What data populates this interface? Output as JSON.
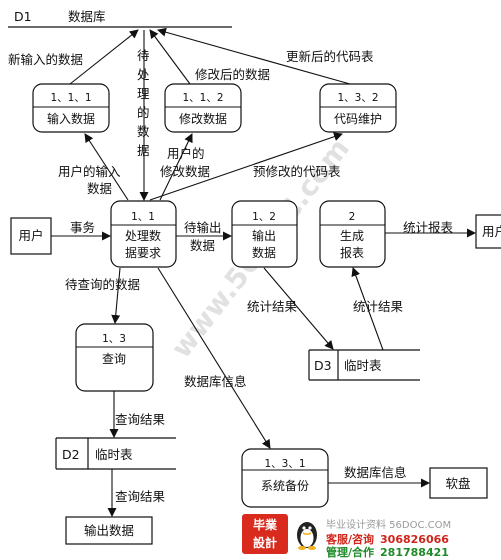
{
  "stores": {
    "d1": {
      "id": "D1",
      "name": "数据库"
    },
    "d2": {
      "id": "D2",
      "name": "临时表"
    },
    "d3": {
      "id": "D3",
      "name": "临时表"
    }
  },
  "processes": {
    "p111": {
      "num": "1、1、1",
      "name": "输入数据"
    },
    "p112": {
      "num": "1、1、2",
      "name": "修改数据"
    },
    "p132": {
      "num": "1、3、2",
      "name": "代码维护"
    },
    "p11": {
      "num": "1、1",
      "name1": "处理数",
      "name2": "据要求"
    },
    "p12": {
      "num": "1、2",
      "name1": "输出",
      "name2": "数据"
    },
    "p2": {
      "num": "2",
      "name1": "生成",
      "name2": "报表"
    },
    "p13": {
      "num": "1、3",
      "name": "查询"
    },
    "p131": {
      "num": "1、3、1",
      "name": "系统备份"
    }
  },
  "entities": {
    "user_left": "用户",
    "user_right": "用户",
    "floppy": "软盘",
    "output_data": "输出数据"
  },
  "flows": {
    "new_input": "新输入的数据",
    "pending1": "待",
    "pending2": "处",
    "pending3": "理",
    "pending4": "的",
    "pending5": "数",
    "pending6": "据",
    "modified": "修改后的数据",
    "updated_code": "更新后的代码表",
    "user_input1": "用户的输入",
    "user_input2": "数据",
    "user_modify1": "用户的",
    "user_modify2": "修改数据",
    "pre_modify_code": "预修改的代码表",
    "transaction": "事务",
    "pending_output1": "待输出",
    "pending_output2": "数据",
    "stat_report": "统计报表",
    "pending_query": "待查询的数据",
    "stat_result_1": "统计结果",
    "stat_result_2": "统计结果",
    "db_info_1": "数据库信息",
    "query_result_1": "查询结果",
    "query_result_2": "查询结果",
    "db_info_2": "数据库信息"
  },
  "watermark": "www.56DOC.com",
  "footer": {
    "logo_line1": "毕業",
    "logo_line2": "設計",
    "site": "毕业设计资料 56DOC.COM",
    "service_label": "客服/咨询",
    "service_value": "306826066",
    "manage_label": "管理/合作",
    "manage_value": "281788421"
  }
}
